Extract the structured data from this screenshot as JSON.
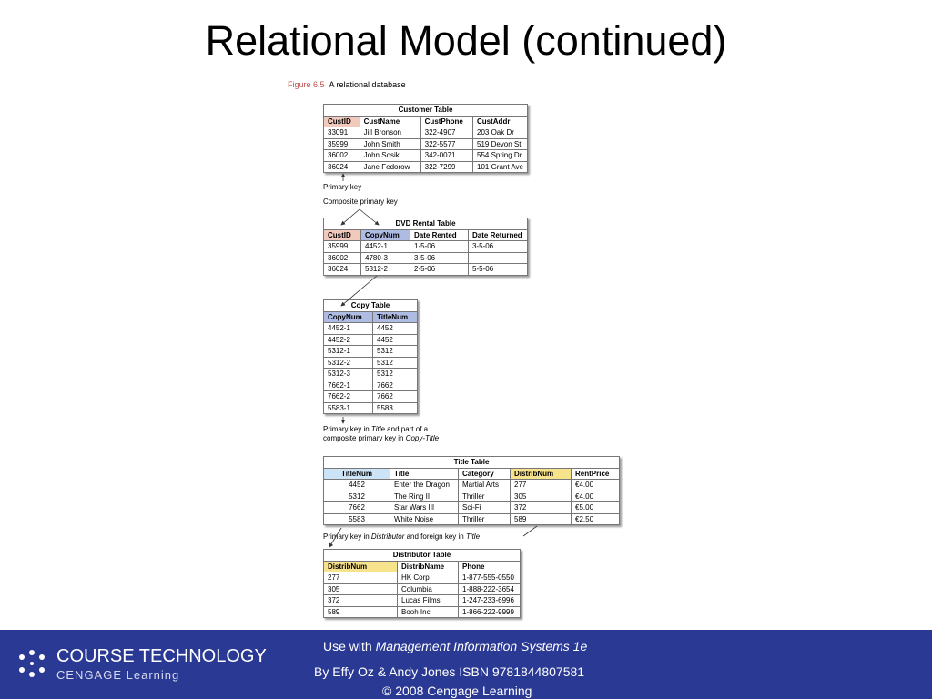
{
  "title": "Relational Model (continued)",
  "figure": {
    "number": "Figure 6.5",
    "caption": "A relational database"
  },
  "customer_table": {
    "name": "Customer Table",
    "headers": [
      "CustID",
      "CustName",
      "CustPhone",
      "CustAddr"
    ],
    "rows": [
      [
        "33091",
        "Jill Bronson",
        "322-4907",
        "203 Oak Dr"
      ],
      [
        "35999",
        "John Smith",
        "322-5577",
        "519 Devon St"
      ],
      [
        "36002",
        "John Sosik",
        "342-0071",
        "554 Spring Dr"
      ],
      [
        "36024",
        "Jane Fedorow",
        "322-7299",
        "101 Grant Ave"
      ]
    ]
  },
  "dvd_table": {
    "name": "DVD Rental Table",
    "headers": [
      "CustID",
      "CopyNum",
      "Date Rented",
      "Date Returned"
    ],
    "rows": [
      [
        "35999",
        "4452-1",
        "1-5-06",
        "3-5-06"
      ],
      [
        "36002",
        "4780-3",
        "3-5-06",
        ""
      ],
      [
        "36024",
        "5312-2",
        "2-5-06",
        "5-5-06"
      ]
    ]
  },
  "copy_table": {
    "name": "Copy Table",
    "headers": [
      "CopyNum",
      "TitleNum"
    ],
    "rows": [
      [
        "4452-1",
        "4452"
      ],
      [
        "4452-2",
        "4452"
      ],
      [
        "5312-1",
        "5312"
      ],
      [
        "5312-2",
        "5312"
      ],
      [
        "5312-3",
        "5312"
      ],
      [
        "7662-1",
        "7662"
      ],
      [
        "7662-2",
        "7662"
      ],
      [
        "5583-1",
        "5583"
      ]
    ]
  },
  "title_table": {
    "name": "Title Table",
    "headers": [
      "TitleNum",
      "Title",
      "Category",
      "DistribNum",
      "RentPrice"
    ],
    "rows": [
      [
        "4452",
        "Enter the Dragon",
        "Martial Arts",
        "277",
        "€4.00"
      ],
      [
        "5312",
        "The Ring II",
        "Thriller",
        "305",
        "€4.00"
      ],
      [
        "7662",
        "Star Wars III",
        "Sci-Fi",
        "372",
        "€5.00"
      ],
      [
        "5583",
        "White Noise",
        "Thriller",
        "589",
        "€2.50"
      ]
    ]
  },
  "distributor_table": {
    "name": "Distributor Table",
    "headers": [
      "DistribNum",
      "DistribName",
      "Phone"
    ],
    "rows": [
      [
        "277",
        "HK Corp",
        "1-877-555-0550"
      ],
      [
        "305",
        "Columbia",
        "1-888-222-3654"
      ],
      [
        "372",
        "Lucas Films",
        "1-247-233-6996"
      ],
      [
        "589",
        "Booh Inc",
        "1-866-222-9999"
      ]
    ]
  },
  "notes": {
    "primary_key": "Primary key",
    "composite_primary_key": "Composite primary key",
    "title_pk_a": "Primary key in ",
    "title_pk_b": "Title",
    "title_pk_c": " and part of a",
    "title_pk_d": "composite primary key in ",
    "title_pk_e": "Copy-Title",
    "dist_pk_a": "Primary key in ",
    "dist_pk_b": "Distributor",
    "dist_pk_c": " and foreign key in ",
    "dist_pk_d": "Title"
  },
  "footer": {
    "brand_line1": "COURSE TECHNOLOGY",
    "brand_line2": "CENGAGE Learning",
    "use_with_prefix": "Use with ",
    "use_with_title": "Management Information Systems 1e",
    "byline": "By Effy Oz & Andy Jones ISBN 9781844807581",
    "copyright": "© 2008 Cengage Learning"
  },
  "colors": {
    "footer_bg": "#2a3994",
    "pk_red": "#f2c9bd",
    "pk_blue": "#aebbe3",
    "pk_light_blue": "#cde4f7",
    "pk_yellow": "#f7e38c",
    "caption_red": "#c0504d"
  }
}
